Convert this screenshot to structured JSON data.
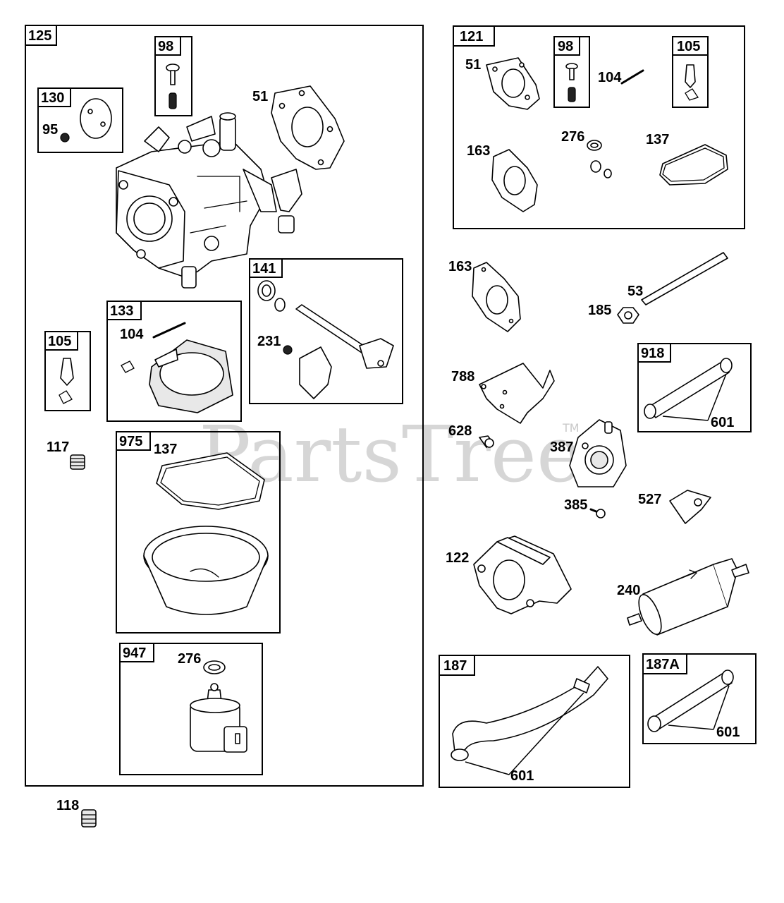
{
  "watermark": {
    "text": "PartsTree",
    "tm": "TM"
  },
  "groups": {
    "g125": "125",
    "g98a": "98",
    "g130": "130",
    "g133": "133",
    "g105a": "105",
    "g141": "141",
    "g975": "975",
    "g947": "947",
    "g121": "121",
    "g98b": "98",
    "g105b": "105",
    "g918": "918",
    "g187": "187",
    "g187a": "187A"
  },
  "labels": {
    "p95": "95",
    "p51a": "51",
    "p104a": "104",
    "p231": "231",
    "p117": "117",
    "p137a": "137",
    "p276a": "276",
    "p118": "118",
    "p51b": "51",
    "p104b": "104",
    "p276b": "276",
    "p137b": "137",
    "p163b": "163",
    "p163": "163",
    "p53": "53",
    "p185": "185",
    "p788": "788",
    "p601a": "601",
    "p628": "628",
    "p387": "387",
    "p527": "527",
    "p385": "385",
    "p122": "122",
    "p240": "240",
    "p601b": "601",
    "p601c": "601"
  }
}
